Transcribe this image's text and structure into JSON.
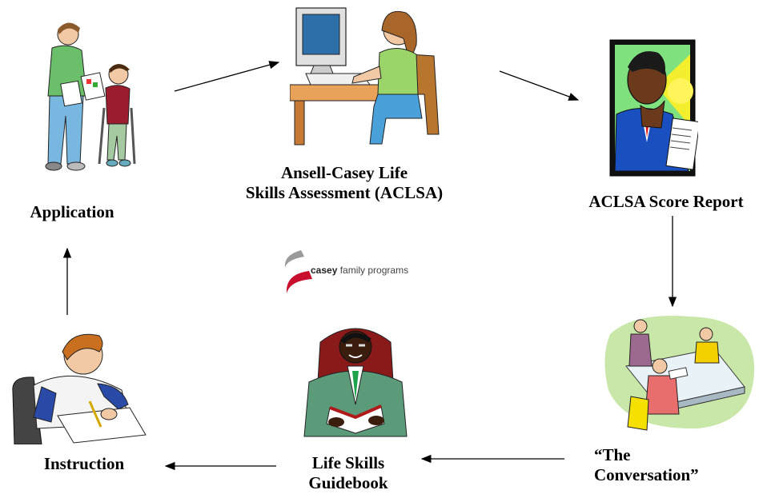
{
  "nodes": {
    "application": {
      "label": "Application"
    },
    "assessment": {
      "line1": "Ansell-Casey Life",
      "line2": "Skills Assessment (ACLSA)"
    },
    "score_report": {
      "label": "ACLSA Score  Report"
    },
    "conversation": {
      "line1": "“The",
      "line2": "Conversation”"
    },
    "guidebook": {
      "line1": "Life Skills",
      "line2": "Guidebook"
    },
    "instruction": {
      "label": "Instruction"
    }
  },
  "logo": {
    "brand": "casey",
    "rest": " family programs"
  },
  "icons": [
    "family-clipart-icon",
    "computer-user-icon",
    "thinking-man-icon",
    "meeting-table-icon",
    "reading-man-icon",
    "writing-boy-icon"
  ],
  "colors": {
    "arrow": "#000000",
    "logo_red": "#c8102e",
    "logo_grey": "#8a8a8a"
  }
}
